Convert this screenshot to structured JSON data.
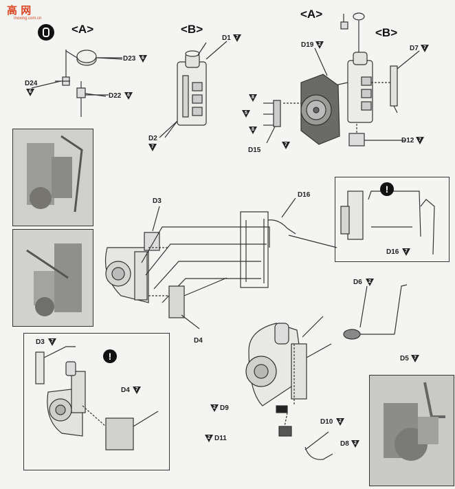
{
  "watermark": {
    "title": "高 网",
    "subtitle": "moxing.com.cn"
  },
  "headers": {
    "a1": "<A>",
    "b1": "<B>",
    "a2": "<A>",
    "b2": "<B>"
  },
  "callouts": {
    "d23": "D23",
    "d23_n": "6",
    "d24": "D24",
    "d24_n": "6",
    "d22": "D22",
    "d22_n": "6",
    "d1": "D1",
    "d1_n": "7",
    "d2": "D2",
    "d2_n": "7",
    "d19": "D19",
    "d19_n": "2",
    "d7": "D7",
    "d7_n": "7",
    "s8a": "8",
    "s5": "5",
    "s8b": "8",
    "d15": "D15",
    "s7": "7",
    "d12": "D12",
    "d12_n": "7",
    "d3": "D3",
    "d16": "D16",
    "d16b": "D16",
    "d16b_n": "7",
    "d4": "D4",
    "d3b": "D3",
    "d3b_n": "7",
    "d4b": "D4",
    "d4b_n": "7",
    "d6": "D6",
    "d6_n": "2",
    "d5": "D5",
    "d5_n": "7",
    "d9": "D9",
    "d9_n": "2",
    "d10": "D10",
    "d10_n": "2",
    "d11": "D11",
    "d11_n": "2",
    "d8": "D8",
    "d8_n": "2"
  },
  "warning_symbol": "!",
  "colors": {
    "ink": "#222222",
    "paper": "#f4f4f2",
    "photo_bg": "#d8d8d4"
  }
}
